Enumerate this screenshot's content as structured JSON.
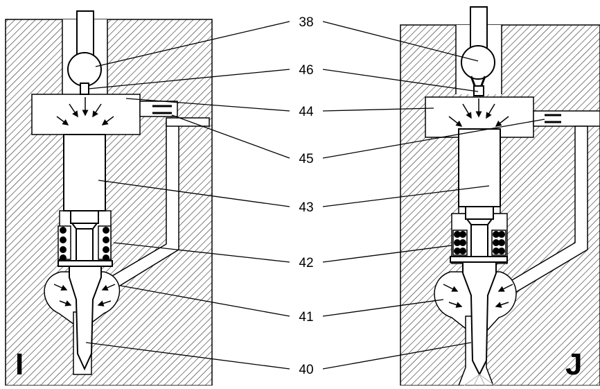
{
  "callouts": [
    "38",
    "46",
    "44",
    "45",
    "43",
    "42",
    "41",
    "40"
  ],
  "panels": {
    "left": "I",
    "right": "J"
  },
  "colors": {
    "ink": "#000000",
    "paper": "#ffffff",
    "hatch": "#2a2a2a"
  }
}
